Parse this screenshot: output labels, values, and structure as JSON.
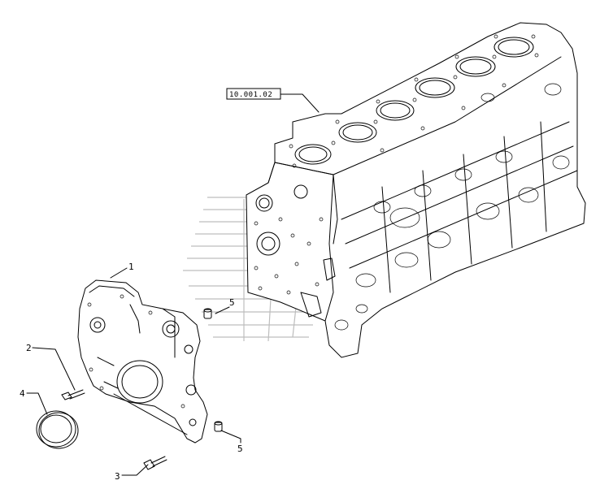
{
  "reference_box": {
    "text": "10.001.02"
  },
  "callouts": [
    {
      "id": "c1",
      "text": "1"
    },
    {
      "id": "c2",
      "text": "2"
    },
    {
      "id": "c3",
      "text": "3"
    },
    {
      "id": "c4",
      "text": "4"
    },
    {
      "id": "c5a",
      "text": "5"
    },
    {
      "id": "c5b",
      "text": "5"
    }
  ]
}
